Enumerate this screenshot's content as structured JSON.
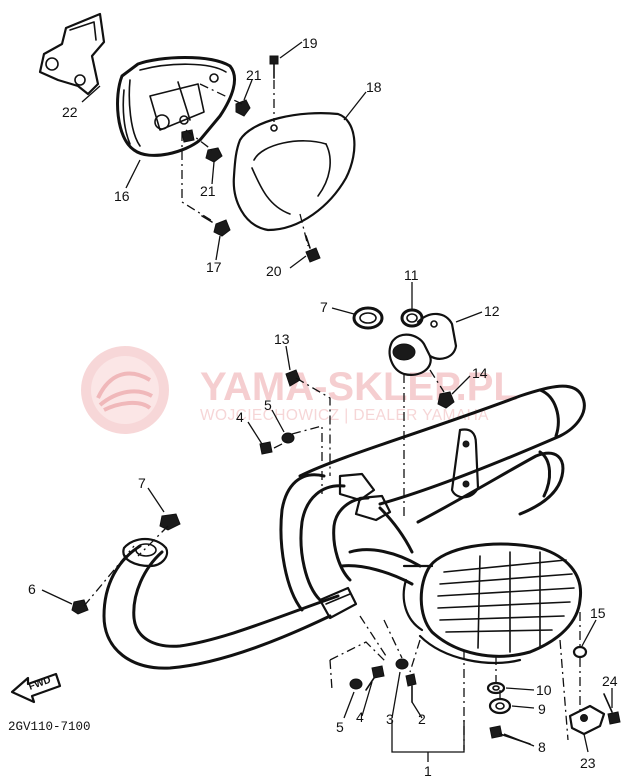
{
  "diagram": {
    "code": "2GV110-7100",
    "fwd_label": "FWD",
    "watermark": {
      "title": "YAMA-SKLEP.PL",
      "subtitle": "WOJCIECHOWICZ | DEALER YAMAHA",
      "color": "#e9a3a6"
    },
    "callouts": [
      "22",
      "16",
      "21",
      "21",
      "17",
      "19",
      "18",
      "20",
      "11",
      "12",
      "7",
      "13",
      "14",
      "5",
      "4",
      "7",
      "6",
      "15",
      "24",
      "10",
      "9",
      "8",
      "23",
      "5",
      "4",
      "3",
      "2",
      "1"
    ]
  }
}
